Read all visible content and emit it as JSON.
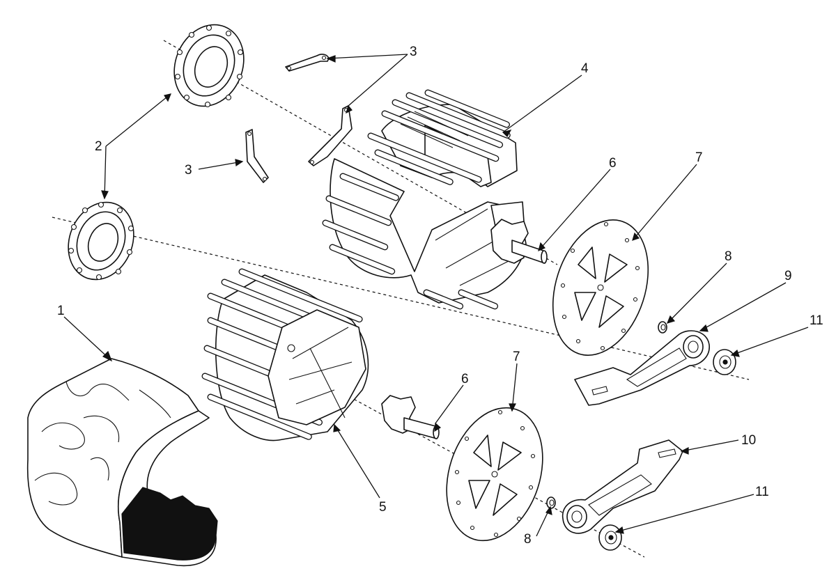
{
  "callouts": [
    {
      "id": "1",
      "text": "1"
    },
    {
      "id": "2",
      "text": "2"
    },
    {
      "id": "3a",
      "text": "3"
    },
    {
      "id": "3b",
      "text": "3"
    },
    {
      "id": "4",
      "text": "4"
    },
    {
      "id": "5",
      "text": "5"
    },
    {
      "id": "6a",
      "text": "6"
    },
    {
      "id": "6b",
      "text": "6"
    },
    {
      "id": "7a",
      "text": "7"
    },
    {
      "id": "7b",
      "text": "7"
    },
    {
      "id": "8a",
      "text": "8"
    },
    {
      "id": "8b",
      "text": "8"
    },
    {
      "id": "9",
      "text": "9"
    },
    {
      "id": "10",
      "text": "10"
    },
    {
      "id": "11a",
      "text": "11"
    },
    {
      "id": "11b",
      "text": "11"
    }
  ],
  "colors": {
    "ink": "#111111",
    "paper": "#ffffff",
    "tread_fill": "#c8c8c8"
  }
}
